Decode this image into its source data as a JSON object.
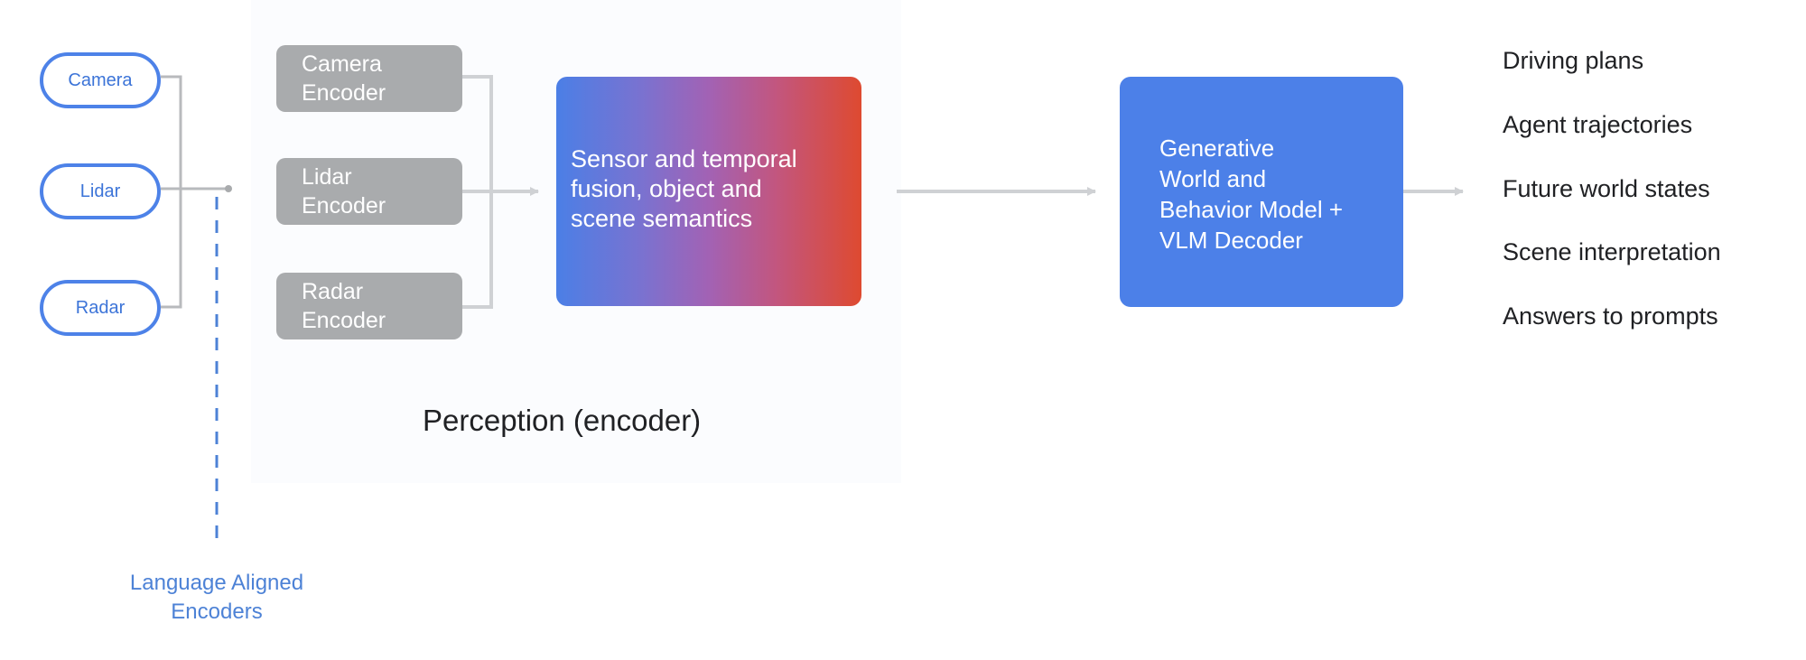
{
  "sensors": [
    {
      "label": "Camera"
    },
    {
      "label": "Lidar"
    },
    {
      "label": "Radar"
    }
  ],
  "encoders": [
    {
      "label": "Camera\nEncoder"
    },
    {
      "label": "Lidar\nEncoder"
    },
    {
      "label": "Radar\nEncoder"
    }
  ],
  "fusion": {
    "label": "Sensor and temporal\nfusion, object and\nscene semantics"
  },
  "decoder": {
    "label": "Generative\nWorld and\nBehavior Model +\nVLM Decoder"
  },
  "perception_label": "Perception (encoder)",
  "language_aligned_label": "Language Aligned\nEncoders",
  "outputs": [
    {
      "label": "Driving plans"
    },
    {
      "label": "Agent trajectories"
    },
    {
      "label": "Future world states"
    },
    {
      "label": "Scene interpretation"
    },
    {
      "label": "Answers to prompts"
    }
  ],
  "colors": {
    "sensor_outline": "#4d82e8",
    "encoder_fill": "#a9abad",
    "decoder_fill": "#4c80e8",
    "fusion_gradient_start": "#4b7fe6",
    "fusion_gradient_end": "#de4a30",
    "connector": "#cfd1d4",
    "language_aligned": "#4d82d6"
  }
}
